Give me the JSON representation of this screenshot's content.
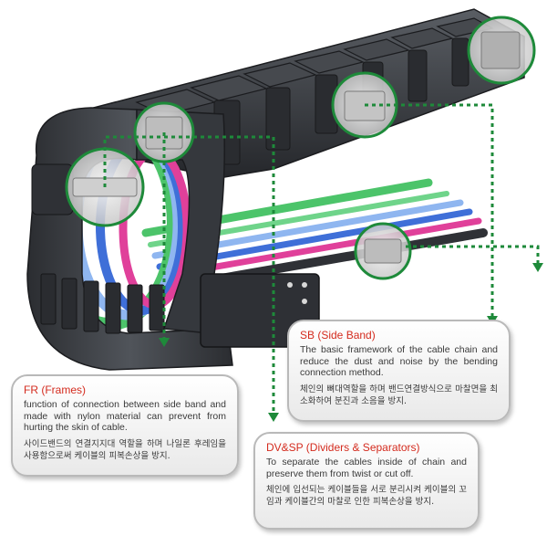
{
  "colors": {
    "title_red": "#d42b1e",
    "leader_green": "#1e8a3a",
    "chain_dark": "#3a3d42",
    "cable_green": "#4cc46a",
    "cable_blue": "#3f6fd8",
    "cable_lightblue": "#8fb6f0",
    "cable_pink": "#e0409a"
  },
  "callouts": {
    "fr": {
      "title": "FR (Frames)",
      "text_en": "function of connection between side band and made with nylon material can prevent from hurting the skin of cable.",
      "text_ko": "사이드밴드의 연결지지대 역할을 하며 나일론 후레임을 사용함으로써 케이블의 피복손상을 방지."
    },
    "sb": {
      "title": "SB (Side Band)",
      "text_en": "The basic framework of the cable chain and reduce the dust and noise by the bending connection method.",
      "text_ko": "체인의 뼈대역할을 하며 밴드연결방식으로 마찰면을 최소화하여 분진과 소음을 방지."
    },
    "dv": {
      "title": "DV&SP (Dividers & Separators)",
      "text_en": "To separate the cables inside of chain and preserve them from twist or cut off.",
      "text_ko": "체인에 입선되는 케이블들을 서로 분리시켜 케이블의 꼬임과 케이블간의 마찰로 인한 피복손상을 방지."
    }
  }
}
